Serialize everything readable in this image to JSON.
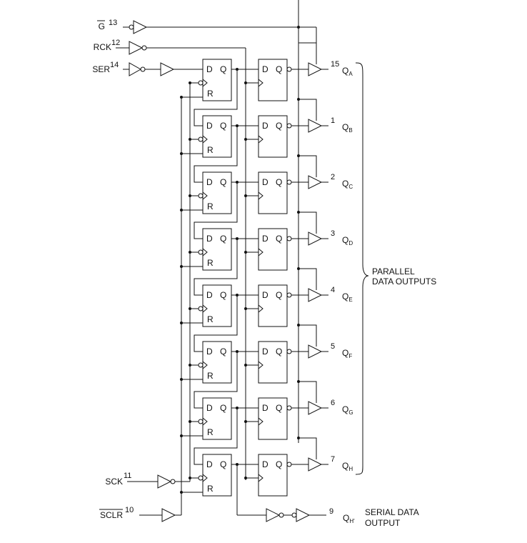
{
  "inputs": {
    "g": {
      "label": "G",
      "pin": "13"
    },
    "rck": {
      "label": "RCK",
      "pin": "12"
    },
    "ser": {
      "label": "SER",
      "pin": "14"
    },
    "sck": {
      "label": "SCK",
      "pin": "11"
    },
    "sclr": {
      "label": "SCLR",
      "pin": "10"
    }
  },
  "flipflop": {
    "d": "D",
    "q": "Q",
    "r": "R"
  },
  "outputs": [
    {
      "pin": "15",
      "q": "Q",
      "sub": "A"
    },
    {
      "pin": "1",
      "q": "Q",
      "sub": "B"
    },
    {
      "pin": "2",
      "q": "Q",
      "sub": "C"
    },
    {
      "pin": "3",
      "q": "Q",
      "sub": "D"
    },
    {
      "pin": "4",
      "q": "Q",
      "sub": "E"
    },
    {
      "pin": "5",
      "q": "Q",
      "sub": "F"
    },
    {
      "pin": "6",
      "q": "Q",
      "sub": "G"
    },
    {
      "pin": "7",
      "q": "Q",
      "sub": "H"
    }
  ],
  "serial_output": {
    "pin": "9",
    "q": "Q",
    "sub": "H'"
  },
  "parallel_label": [
    "PARALLEL",
    "DATA OUTPUTS"
  ],
  "serial_label": [
    "SERIAL DATA",
    "OUTPUT"
  ]
}
